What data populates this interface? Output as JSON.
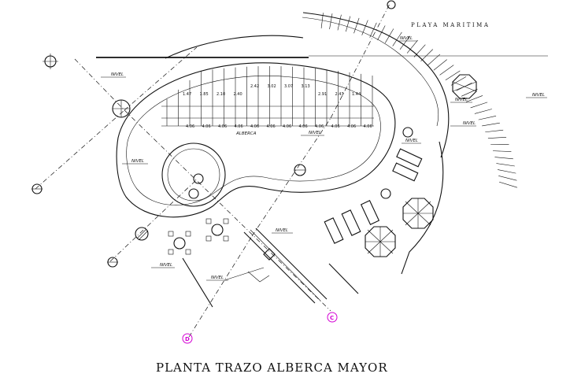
{
  "title": "PLANTA TRAZO ALBERCA MAYOR",
  "beach_label": "PLAYA MARITIMA",
  "pool_label": "ALBERCA",
  "level_label": "NIVEL",
  "marker_labels": [
    "D",
    "C"
  ],
  "dimension_labels": {
    "row_top": [
      "1.47",
      "1.85",
      "2.10",
      "2.40",
      "2.42",
      "3.02",
      "3.07",
      "3.13",
      "2.91",
      "2.43",
      "1.44"
    ],
    "row_bottom": [
      "4.06",
      "4.06",
      "4.06",
      "4.06",
      "4.06",
      "4.06",
      "4.06",
      "4.06",
      "4.06",
      "4.06",
      "4.06",
      "4.06"
    ]
  },
  "colors": {
    "lines": "#111111",
    "markers": "#d400d4",
    "background": "#ffffff"
  }
}
